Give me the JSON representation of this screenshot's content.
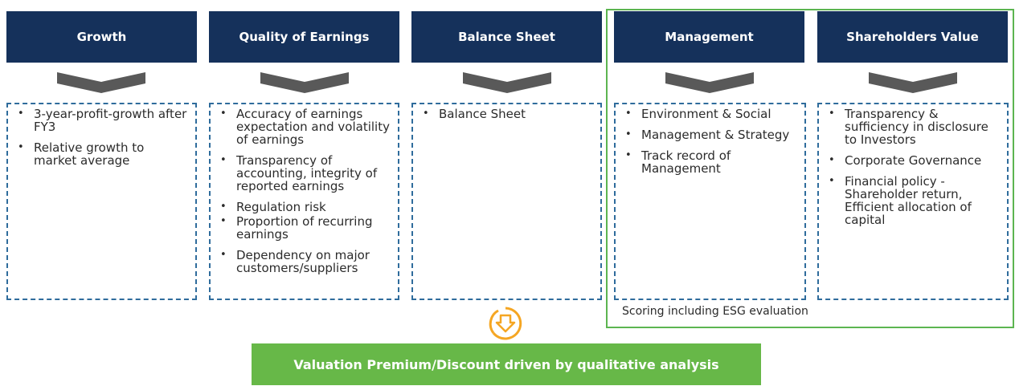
{
  "columns": [
    {
      "header": "Growth",
      "items": [
        "3-year-profit-growth after FY3",
        "Relative growth to market average"
      ]
    },
    {
      "header": "Quality of Earnings",
      "items": [
        "Accuracy of earnings expectation and volatility of earnings",
        "Transparency of accounting, integrity of reported earnings",
        "Regulation risk",
        "Proportion of recurring earnings",
        "Dependency on major customers/suppliers"
      ]
    },
    {
      "header": "Balance Sheet",
      "items": [
        "Balance Sheet"
      ]
    },
    {
      "header": "Management",
      "items": [
        "Environment & Social",
        "Management & Strategy",
        "Track record of Management"
      ]
    },
    {
      "header": "Shareholders Value",
      "items": [
        "Transparency & sufficiency in disclosure to Investors",
        "Corporate Governance",
        "Financial policy - Shareholder return, Efficient allocation of capital"
      ]
    }
  ],
  "esg_caption": "Scoring including ESG evaluation",
  "result_label": "Valuation Premium/Discount driven by qualitative analysis",
  "colors": {
    "header_bg": "#15315b",
    "chevron": "#595959",
    "dashed_border": "#2f6c9c",
    "esg_frame": "#5cb550",
    "result_bg": "#67b848",
    "arrow_icon": "#f5a623"
  },
  "icons": {
    "chevron": "chevron-down-icon",
    "flow": "circle-arrow-down-icon"
  }
}
